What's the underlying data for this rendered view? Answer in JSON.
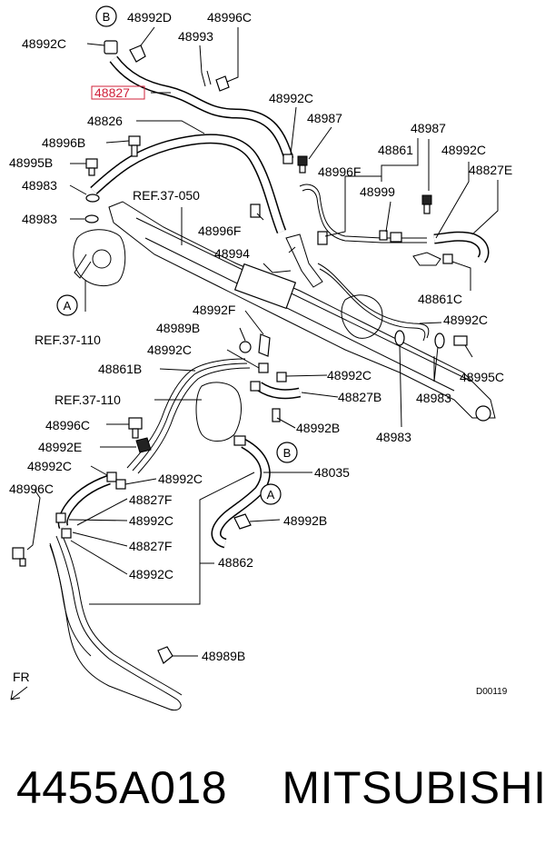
{
  "diagram": {
    "labels": {
      "l48992D": "48992D",
      "l48996C_top": "48996C",
      "l48992C_top": "48992C",
      "l48993": "48993",
      "l48827": "48827",
      "l48992C_mid": "48992C",
      "l48987_a": "48987",
      "l48987_b": "48987",
      "l48826": "48826",
      "l48996B": "48996B",
      "l48995B": "48995B",
      "l48983_a": "48983",
      "l48983_b": "48983",
      "l48861_top": "48861",
      "l48992C_right": "48992C",
      "l48827E": "48827E",
      "l48996F_a": "48996F",
      "l48999": "48999",
      "lREF37050": "REF.37-050",
      "l48996F_b": "48996F",
      "l48994": "48994",
      "l48861C": "48861C",
      "l48992C_r2": "48992C",
      "lREF37110_a": "REF.37-110",
      "l48992F": "48992F",
      "l48989B_a": "48989B",
      "l48992C_c1": "48992C",
      "l48861B": "48861B",
      "l48992C_c2": "48992C",
      "l48827B": "48827B",
      "l48983_c": "48983",
      "l48995C": "48995C",
      "lREF37110_b": "REF.37-110",
      "l48983_d": "48983",
      "l48996C_l": "48996C",
      "l48992B_a": "48992B",
      "l48992E": "48992E",
      "l48992C_l1": "48992C",
      "l48992C_l2": "48992C",
      "l48035": "48035",
      "l48996C_l2": "48996C",
      "l48827F_a": "48827F",
      "l48992C_l3": "48992C",
      "l48992B_b": "48992B",
      "l48827F_b": "48827F",
      "l48992C_l4": "48992C",
      "l48862": "48862",
      "l48989B_b": "48989B",
      "lFR": "FR",
      "lDiagramCode": "D00119"
    },
    "callouts": {
      "A": "A",
      "B": "B"
    }
  },
  "footer": {
    "part_number": "4455A018",
    "brand": "MITSUBISHI"
  }
}
